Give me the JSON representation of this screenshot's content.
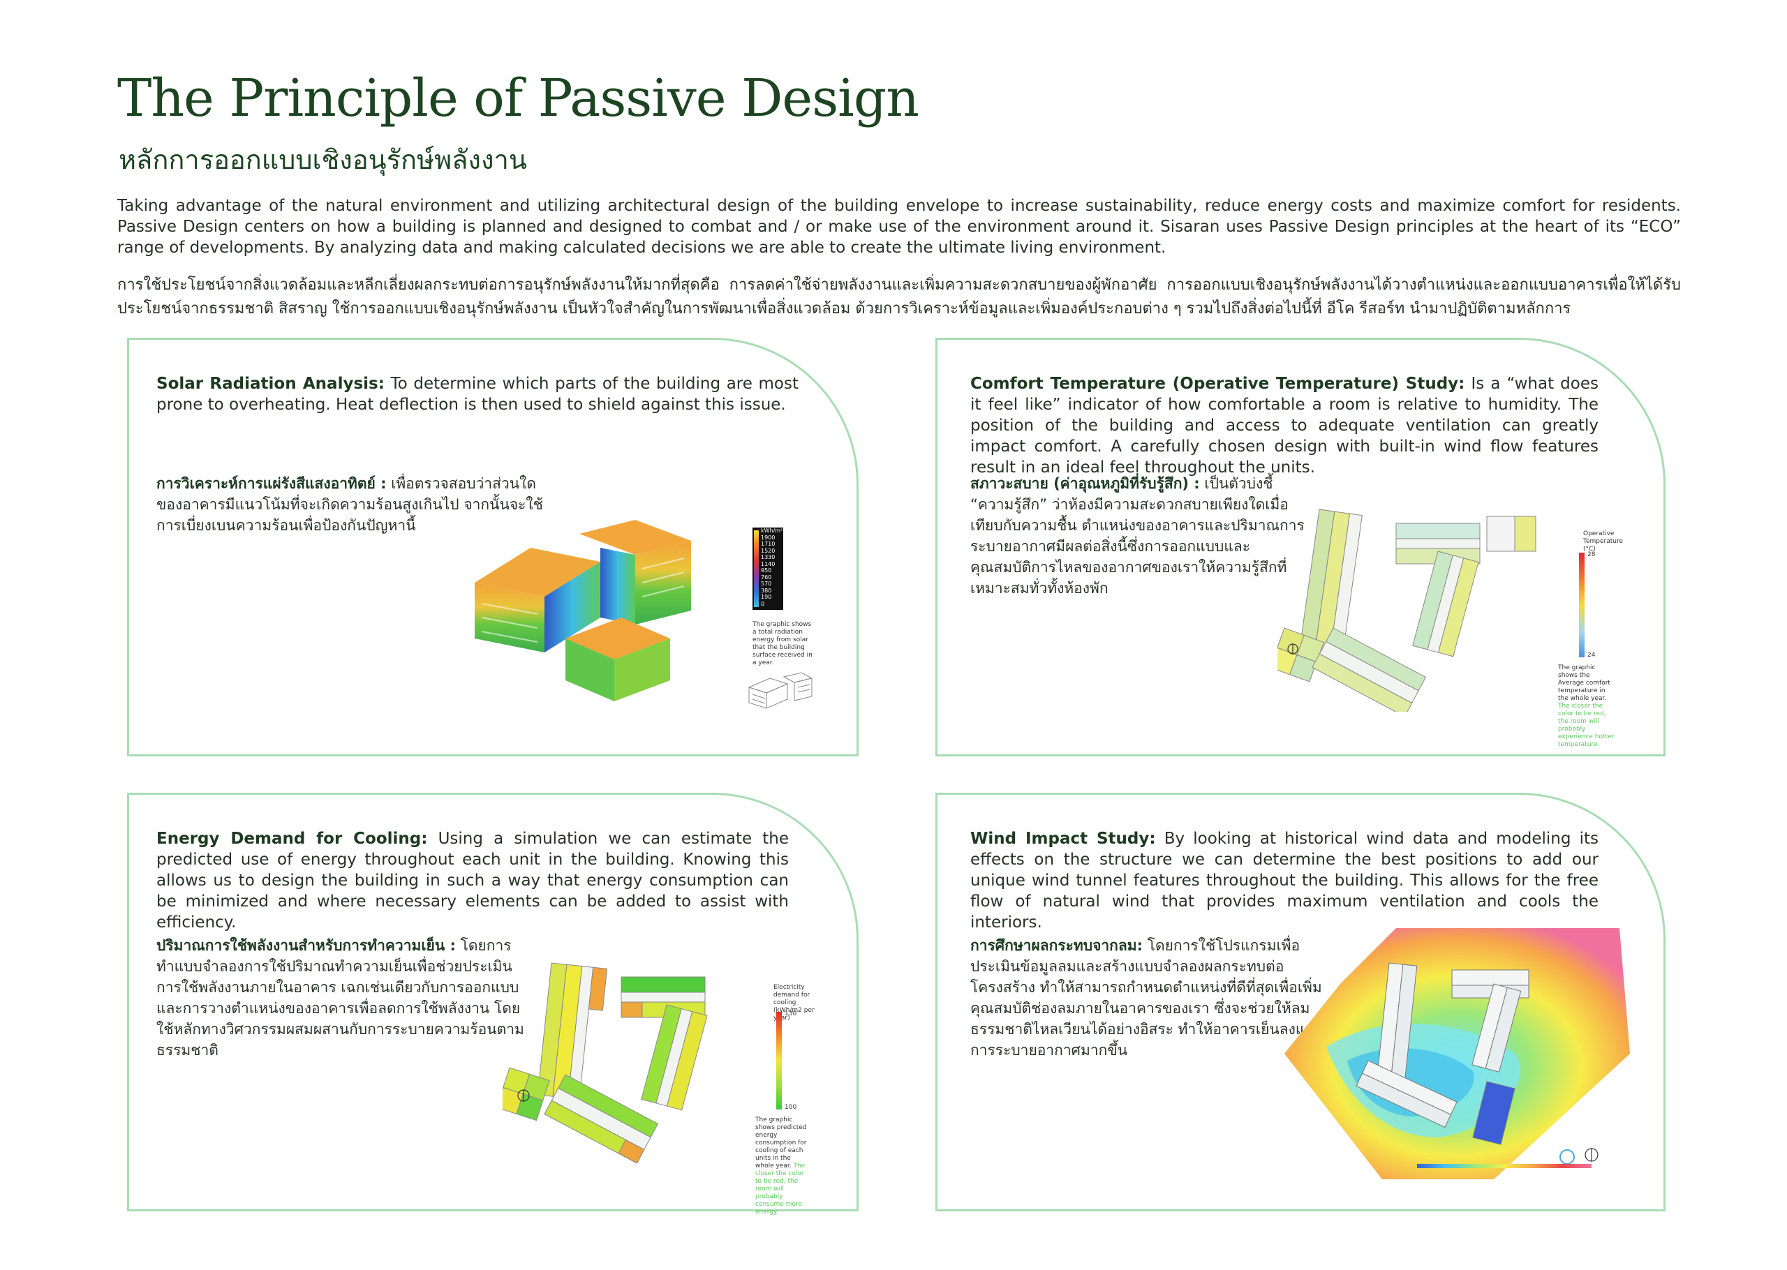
{
  "header": {
    "title": "The Principle of Passive Design",
    "subtitle_th": "หลักการออกแบบเชิงอนุรักษ์พลังงาน"
  },
  "intro": {
    "en": "Taking advantage of the natural environment and utilizing architectural design of the building envelope to increase sustainability, reduce energy costs and maximize comfort for residents. Passive Design centers on how a building is planned and designed to combat and / or make use of the environment around it. Sisaran uses Passive Design principles at the heart of its “ECO” range of developments. By analyzing data and making calculated decisions we are able to create the ultimate living environment.",
    "th": "การใช้ประโยชน์จากสิ่งแวดล้อมและหลีกเลี่ยงผลกระทบต่อการอนุรักษ์พลังงานให้มากที่สุดคือ การลดค่าใช้จ่ายพลังงานและเพิ่มความสะดวกสบายของผู้พักอาศัย การออกแบบเชิงอนุรักษ์พลังงานได้วางตำแหน่งและออกแบบอาคารเพื่อให้ได้รับประโยชน์จากธรรมชาติ สิสราญ ใช้การออกแบบเชิงอนุรักษ์พลังงาน เป็นหัวใจสำคัญในการพัฒนาเพื่อสิ่งแวดล้อม ด้วยการวิเคราะห์ข้อมูลและเพิ่มองค์ประกอบต่าง ๆ รวมไปถึงสิ่งต่อไปนี้ที่ อีโค รีสอร์ท นำมาปฏิบัติตามหลักการ"
  },
  "cards": {
    "solar": {
      "heading": "Solar Radiation Analysis:",
      "body": " To determine which parts of the building are most prone to overheating. Heat deflection is then used to shield against this issue.",
      "th_heading": "การวิเคราะห์การแผ่รังสีแสงอาทิตย์ :",
      "th_body": " เพื่อตรวจสอบว่าส่วนใดของอาคารมีแนวโน้มที่จะเกิดความร้อนสูงเกินไป จากนั้นจะใช้การเบี่ยงเบนความร้อนเพื่อป้องกันปัญหานี้",
      "legend_unit": "kWh/m²",
      "legend_values": [
        "1900",
        "1710",
        "1520",
        "1330",
        "1140",
        "950",
        "760",
        "570",
        "380",
        "190",
        "0"
      ],
      "caption": "The graphic shows a total radiation energy from solar that the building surface received in a year."
    },
    "comfort": {
      "heading": "Comfort Temperature (Operative Temperature) Study:",
      "body": " Is a “what does it feel like” indicator of how comfortable a room is relative to humidity. The position of the building and access to adequate ventilation can greatly impact comfort. A carefully chosen design with built-in wind flow features result in an ideal feel throughout the units.",
      "th_heading": "สภาวะสบาย (ค่าอุณหภูมิที่รับรู้สึก) :",
      "th_body": " เป็นตัวบ่งชี้ “ความรู้สึก” ว่าห้องมีความสะดวกสบายเพียงใดเมื่อเทียบกับความชื้น ตำแหน่งของอาคารและปริมาณการระบายอากาศมีผลต่อสิ่งนี้ซึ่งการออกแบบและคุณสมบัติการไหลของอากาศของเราให้ความรู้สึกที่เหมาะสมทั่วทั้งห้องพัก",
      "legend_title": "Operative Temperature (°C)",
      "legend_max": "28",
      "legend_min": "24",
      "caption": "The graphic shows the Average comfort temperature in the whole year.",
      "caption_green": "The closer the color to be red, the room will probably experience hotter temperature."
    },
    "energy": {
      "heading": "Energy Demand for Cooling:",
      "body": " Using a simulation we can estimate the predicted use of energy throughout each unit in the building. Knowing this allows us to design the building in such a way that energy consumption can be minimized and where necessary elements can be added to assist with efficiency.",
      "th_heading": "ปริมาณการใช้พลังงานสำหรับการทำความเย็น :",
      "th_body": " โดยการทำแบบจำลองการใช้ปริมาณทำความเย็นเพื่อช่วยประเมินการใช้พลังงานภายในอาคาร เฉกเช่นเดียวกับการออกแบบและการวางตำแหน่งของอาคารเพื่อลดการใช้พลังงาน โดยใช้หลักทางวิศวกรรมผสมผสานกับการระบายความร้อนตามธรรมชาติ",
      "legend_title": "Electricity demand for cooling (kWh/m2 per year)",
      "legend_max": "130",
      "legend_min": "100",
      "caption": "The graphic shows predicted energy consumption for cooling of each units in the whole year.",
      "caption_green": "The closer the color to be red, the room will probably consume more energy."
    },
    "wind": {
      "heading": "Wind Impact Study:",
      "body": " By looking at historical wind data and modeling its effects on the structure we can determine the best positions to add our unique wind tunnel features throughout the building. This allows for the free flow of natural wind that provides maximum ventilation and cools the interiors.",
      "th_heading": "การศึกษาผลกระทบจากลม:",
      "th_body": " โดยการใช้โปรแกรมเพื่อประเมินข้อมูลลมและสร้างแบบจำลองผลกระทบต่อโครงสร้าง ทำให้สามารถกำหนดตำแหน่งที่ดีที่สุดเพื่อเพิ่มคุณสมบัติช่องลมภายในอาคารของเรา ซึ่งจะช่วยให้ลมธรรมชาติไหลเวียนได้อย่างอิสระ ทำให้อาคารเย็นลงและมีการระบายอากาศมากขึ้น"
    }
  },
  "colors": {
    "brand_green": "#1d4421",
    "card_border": "#a9dcb5"
  }
}
